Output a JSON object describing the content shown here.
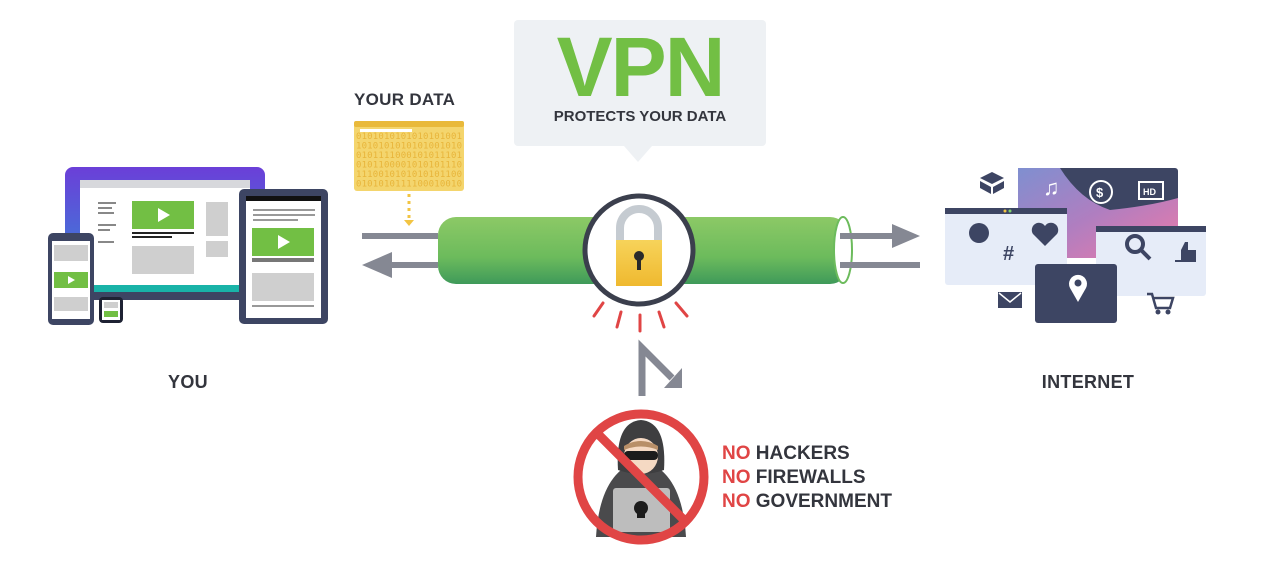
{
  "callout": {
    "title": "VPN",
    "subtitle": "PROTECTS YOUR DATA"
  },
  "your_data": {
    "label": "YOUR DATA",
    "binary_rows": [
      "0101010101010101001",
      "1010101010101001010",
      "0101111000101011101",
      "0101100001010101110",
      "1110010101010101100",
      "0101010111100010010"
    ]
  },
  "you": {
    "label": "YOU"
  },
  "internet": {
    "label": "INTERNET"
  },
  "threats": [
    {
      "prefix": "NO",
      "text": "HACKERS"
    },
    {
      "prefix": "NO",
      "text": "FIREWALLS"
    },
    {
      "prefix": "NO",
      "text": "GOVERNMENT"
    }
  ],
  "colors": {
    "green": "#72bf44",
    "green_dark": "#3f9a5a",
    "navy": "#3d4563",
    "gray_arrow": "#858893",
    "red": "#e04545",
    "gold": "#f2c443",
    "bubble": "#eef1f4",
    "text": "#33353d"
  },
  "icons": [
    "devices-icon",
    "data-folder-icon",
    "padlock-icon",
    "tunnel-icon",
    "hacker-icon",
    "prohibited-icon",
    "websites-icon"
  ]
}
